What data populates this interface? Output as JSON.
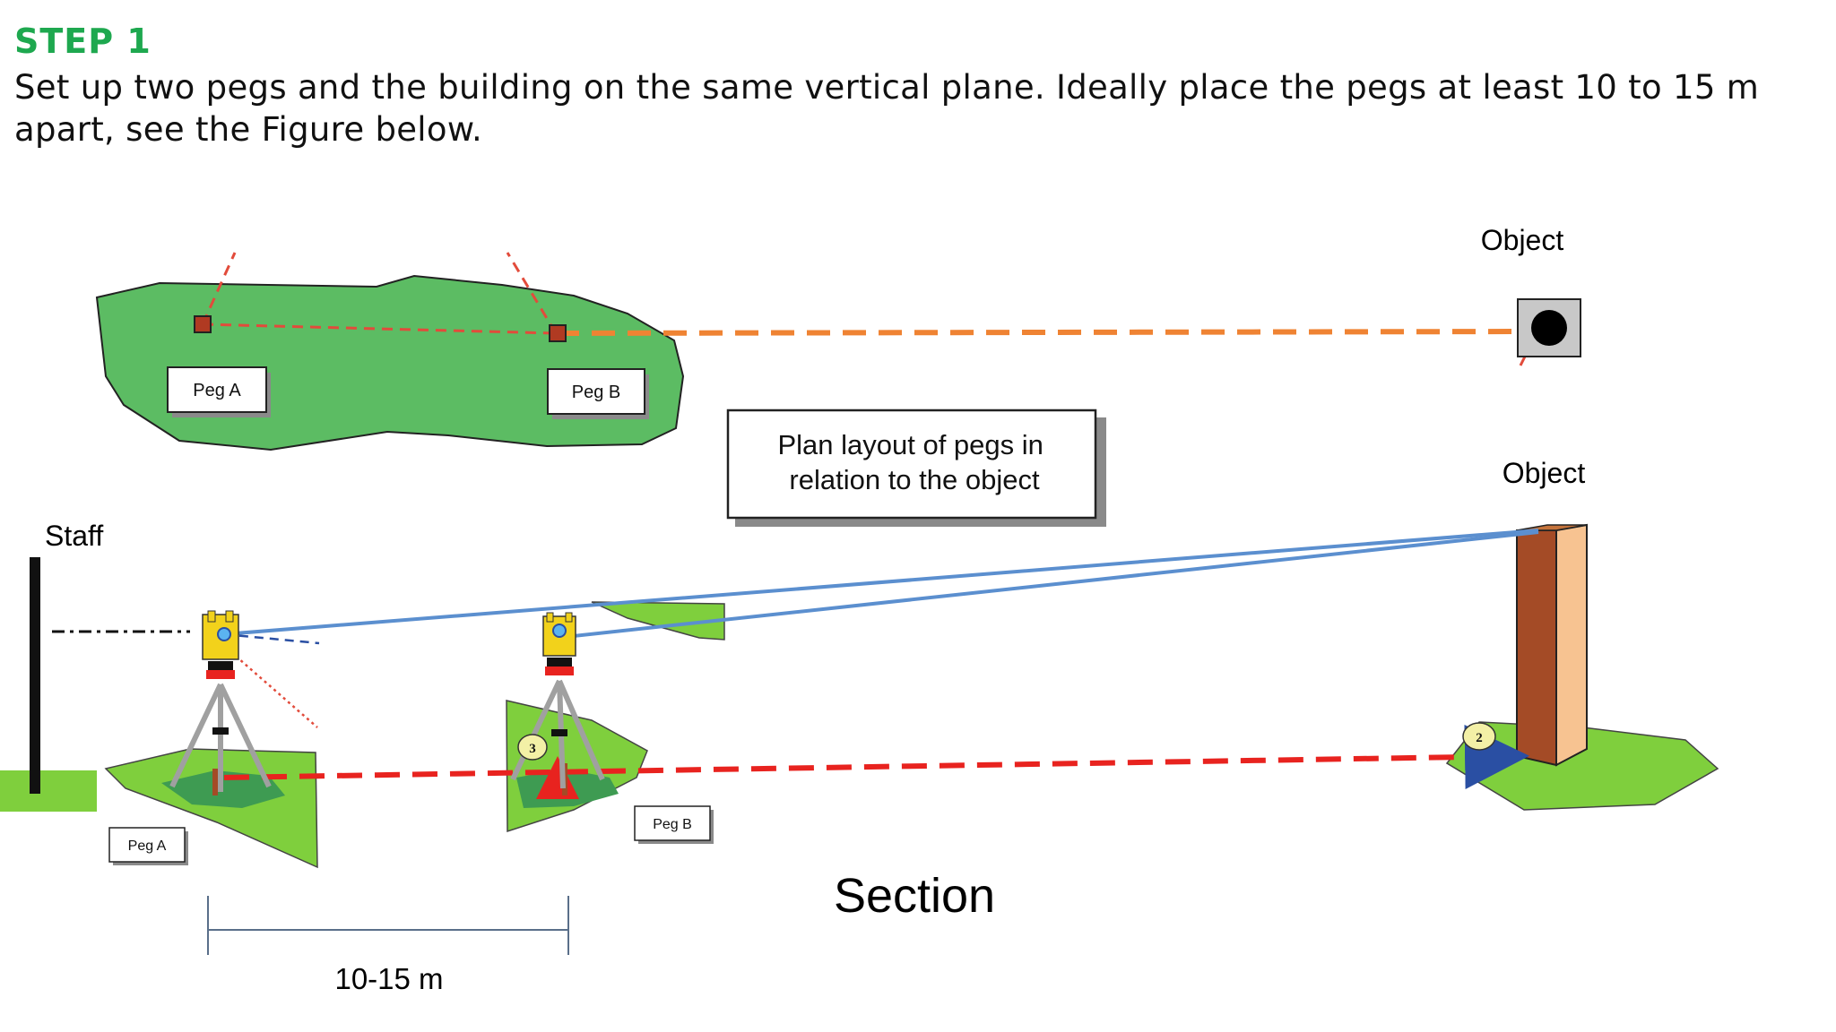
{
  "heading": {
    "step": "STEP 1",
    "instruction": "Set up two pegs and the building on the same vertical plane. Ideally place the pegs at least 10 to 15 m apart, see the Figure below."
  },
  "plan": {
    "peg_a_label": "Peg A",
    "peg_b_label": "Peg B",
    "object_label": "Object",
    "caption": "Plan layout of pegs in relation to the object"
  },
  "section": {
    "staff_label": "Staff",
    "object_label": "Object",
    "peg_a_label": "Peg A",
    "peg_b_label": "Peg B",
    "marker_b_number": "3",
    "marker_object_number": "2",
    "distance_label": "10-15 m",
    "title": "Section"
  },
  "colors": {
    "heading": "#1ea84f",
    "ground": "#5cbc63",
    "sight_line": "#5b8fcf",
    "level_line": "#e8231f",
    "plan_line": "#ef8333",
    "building_front": "#a44b26",
    "building_side": "#f7c391"
  }
}
